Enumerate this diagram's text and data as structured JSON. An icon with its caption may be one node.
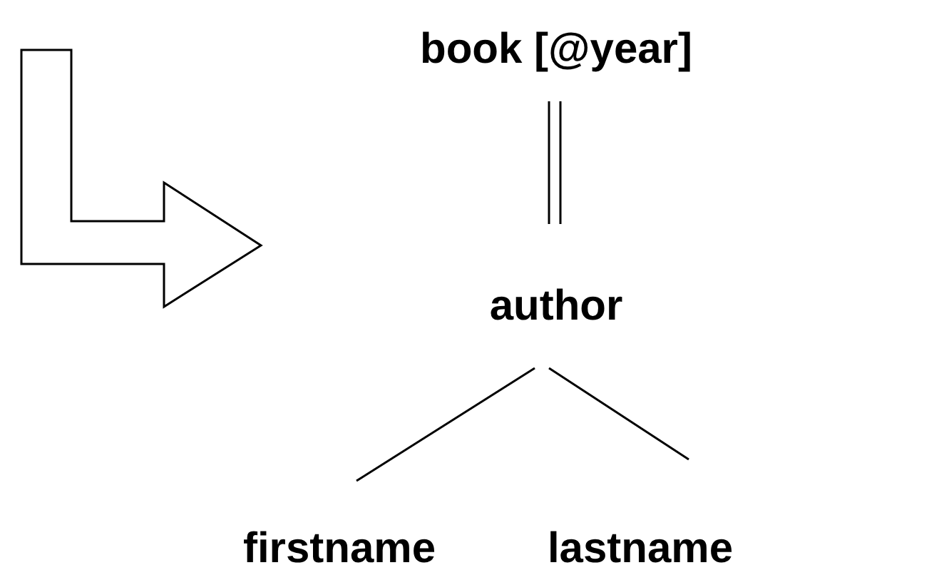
{
  "diagram": {
    "nodes": [
      {
        "text": [
          "book [@year]"
        ]
      },
      {
        "text": [
          "author"
        ]
      },
      {
        "text": [
          "firstname"
        ]
      },
      {
        "text": [
          "lastname"
        ]
      }
    ],
    "edges": [
      {
        "from": 0,
        "to": 1,
        "arrow": "none"
      },
      {
        "from": 1,
        "to": 2,
        "arrow": "none"
      },
      {
        "from": 1,
        "to": 3,
        "arrow": "none"
      }
    ]
  }
}
